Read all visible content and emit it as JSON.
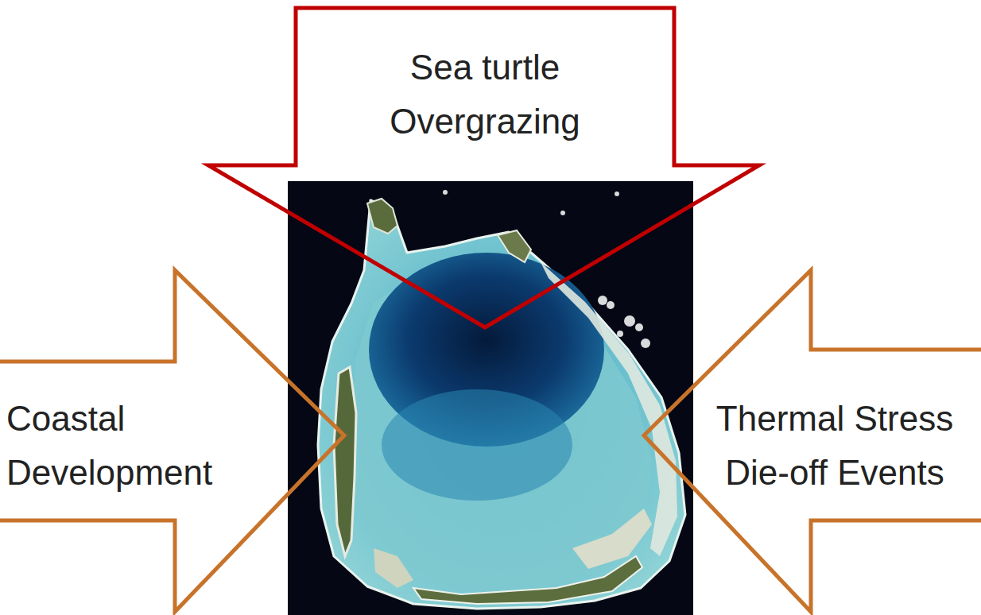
{
  "diagram": {
    "nodes": [
      {
        "text": [
          "Sea turtle Overgrazing"
        ]
      },
      {
        "text": [
          "Coastal Development"
        ]
      },
      {
        "text": [
          "Thermal Stress Die-off Events"
        ]
      }
    ]
  }
}
